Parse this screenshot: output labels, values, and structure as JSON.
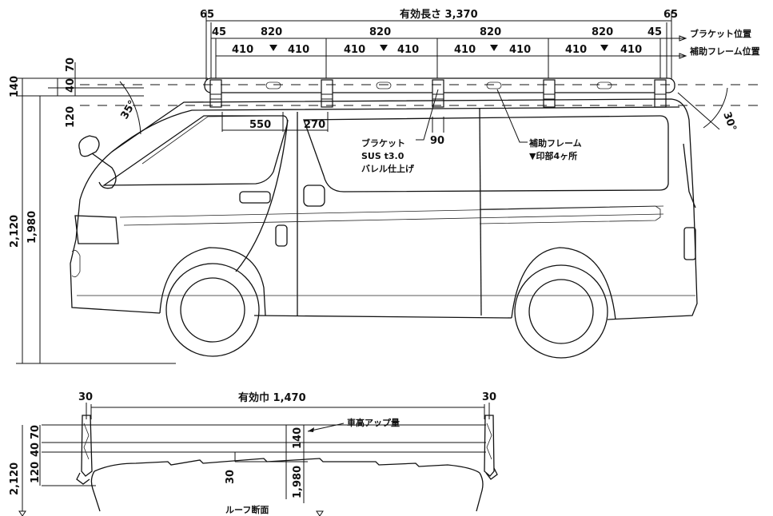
{
  "side_view": {
    "end_offset_left": "65",
    "end_offset_right": "65",
    "effective_length": "有効長さ 3,370",
    "offset_45_left": "45",
    "offset_45_right": "45",
    "spans_820": [
      "820",
      "820",
      "820",
      "820"
    ],
    "spans_410": [
      "410",
      "410",
      "410",
      "410",
      "410",
      "410",
      "410",
      "410"
    ],
    "label_bracket_position": "ブラケット位置",
    "label_aux_frame_position": "補助フレーム位置",
    "dim_70": "70",
    "dim_40": "40",
    "dim_140": "140",
    "dim_120": "120",
    "dim_2120": "2,120",
    "dim_1980": "1,980",
    "angle_35": "35°",
    "angle_30": "30°",
    "dim_550": "550",
    "dim_270": "270",
    "dim_90": "90",
    "bracket_note": [
      "ブラケット",
      "SUS t3.0",
      "バレル仕上げ"
    ],
    "aux_frame_note": [
      "補助フレーム",
      "▼印部4ヶ所"
    ]
  },
  "section_view": {
    "dim_30_left": "30",
    "dim_30_right": "30",
    "effective_width": "有効巾 1,470",
    "height_increase": "車高アップ量",
    "dim_70": "70",
    "dim_40": "40",
    "dim_120": "120",
    "dim_2120": "2,120",
    "dim_140": "140",
    "dim_30_mid": "30",
    "dim_1980": "1,980",
    "title": "ルーフ断面"
  },
  "colors": {
    "line": "#111111",
    "background": "#ffffff"
  }
}
